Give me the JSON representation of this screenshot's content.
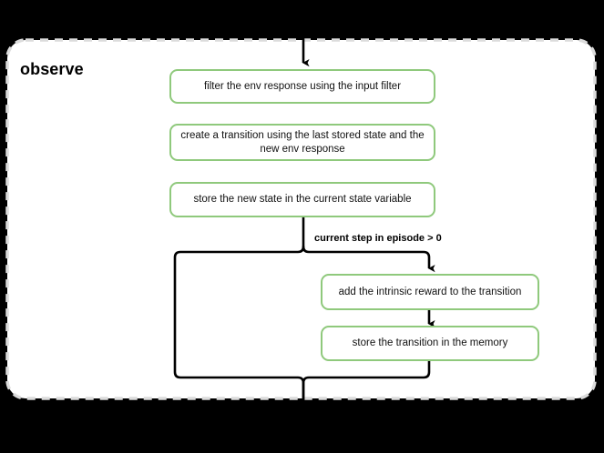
{
  "diagram": {
    "background_color": "#000000",
    "group": {
      "title": "observe",
      "fill_color": "#ffffff",
      "border_color": "#d9d9d9",
      "border_style": "dashed"
    },
    "node_border_color": "#8fc97c",
    "connector_color": "#000000",
    "nodes": [
      {
        "id": "filter",
        "label": "filter the env response using the input filter"
      },
      {
        "id": "create",
        "label": "create a transition using the last stored state and the new env response"
      },
      {
        "id": "store_state",
        "label": "store the new state in the current state variable"
      },
      {
        "id": "intrinsic",
        "label": "add the intrinsic reward to the transition"
      },
      {
        "id": "store_mem",
        "label": "store the transition in the memory"
      }
    ],
    "edge_labels": [
      {
        "id": "condition",
        "label": "current step in episode > 0"
      }
    ]
  }
}
